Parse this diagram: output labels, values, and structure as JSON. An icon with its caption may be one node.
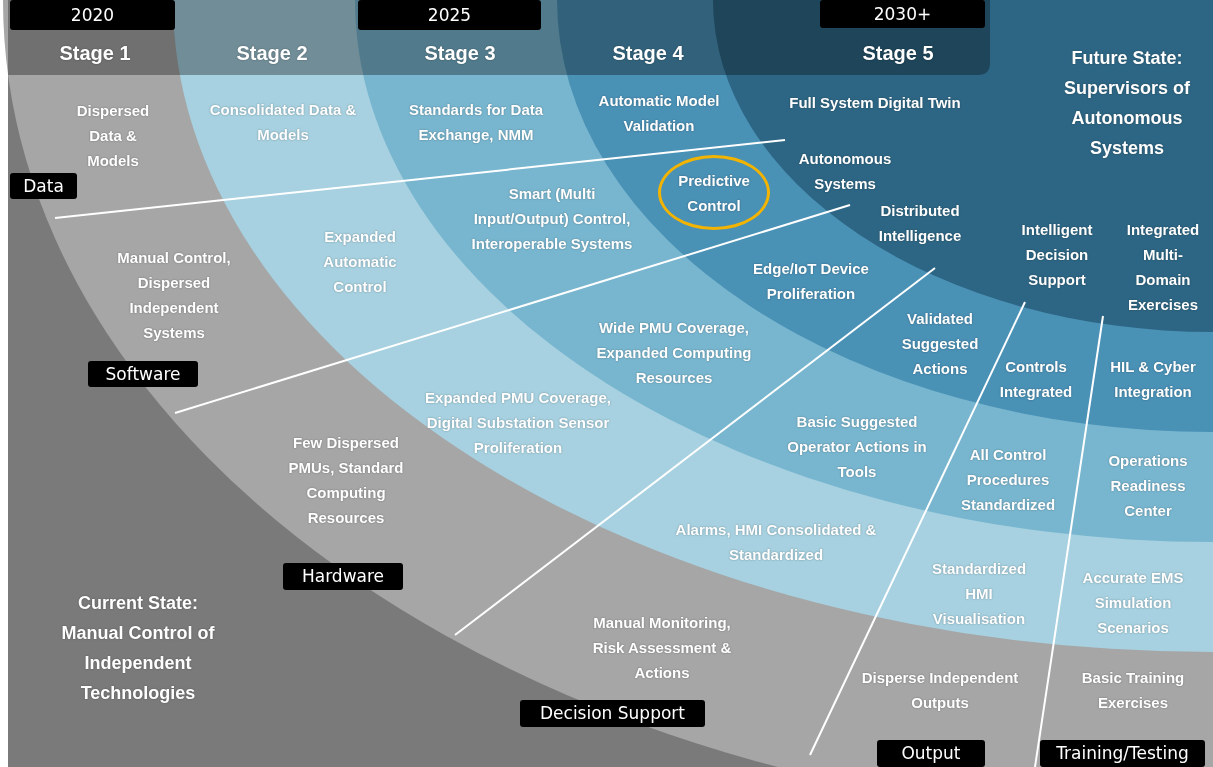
{
  "diagram": {
    "nodes": [
      {
        "text": [
          "2020"
        ]
      },
      {
        "text": [
          "2025"
        ]
      },
      {
        "text": [
          "2030+"
        ]
      },
      {
        "text": [
          "Data"
        ]
      },
      {
        "text": [
          "Software"
        ]
      },
      {
        "text": [
          "Hardware"
        ]
      },
      {
        "text": [
          "Decision Support"
        ]
      },
      {
        "text": [
          "Output"
        ]
      },
      {
        "text": [
          "Training/Testing"
        ]
      },
      {
        "text": [
          "Predictive Control"
        ]
      }
    ],
    "labels": [
      "Stage 1",
      "Stage 2",
      "Stage 3",
      "Stage 4",
      "Stage 5",
      "Future State: Supervisors of Autonomous Systems",
      "Dispersed Data & Models",
      "Consolidated Data & Models",
      "Standards for Data Exchange, NMM",
      "Automatic Model Validation",
      "Full System Digital Twin",
      "Autonomous Systems",
      "Smart (Multi Input/Output) Control, Interoperable Systems",
      "Distributed Intelligence",
      "Expanded Automatic Control",
      "Manual Control, Dispersed Independent Systems",
      "Intelligent Decision Support",
      "Integrated Multi-Domain Exercises",
      "Edge/IoT Device Proliferation",
      "Wide PMU Coverage, Expanded Computing Resources",
      "Validated Suggested Actions",
      "Controls Integrated",
      "HIL & Cyber Integration",
      "Expanded PMU Coverage, Digital Substation Sensor Proliferation",
      "Basic Suggested Operator Actions in Tools",
      "Few Dispersed PMUs, Standard Computing Resources",
      "All Control Procedures Standardized",
      "Operations Readiness Center",
      "Alarms, HMI Consolidated & Standardized",
      "Standardized HMI Visualisation",
      "Accurate EMS Simulation Scenarios",
      "Current State: Manual Control of Independent Technologies",
      "Manual Monitoring, Risk Assessment & Actions",
      "Disperse Independent Outputs",
      "Basic Training Exercises"
    ]
  }
}
